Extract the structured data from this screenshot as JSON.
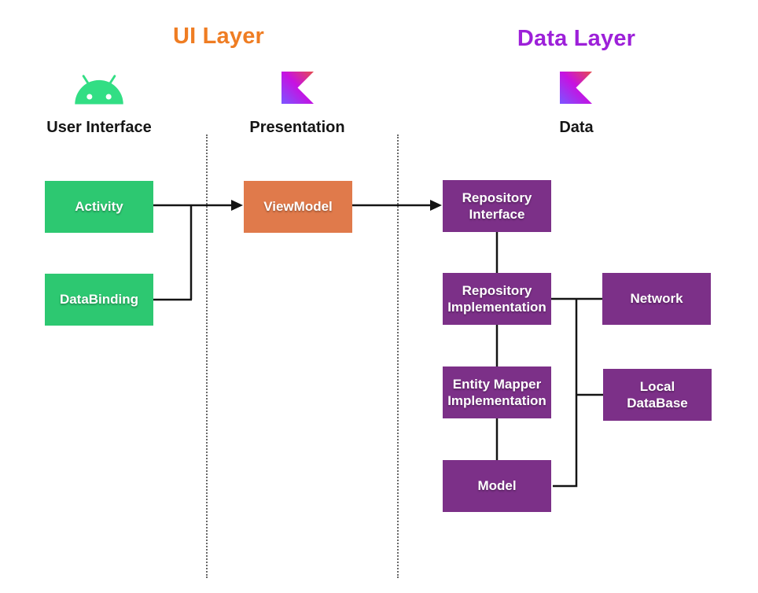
{
  "titles": {
    "ui_layer": "UI Layer",
    "data_layer": "Data Layer"
  },
  "columns": {
    "user_interface": {
      "label": "User Interface",
      "icon": "android-robot"
    },
    "presentation": {
      "label": "Presentation",
      "icon": "kotlin-logo"
    },
    "data": {
      "label": "Data",
      "icon": "kotlin-logo"
    }
  },
  "nodes": {
    "activity": {
      "label": "Activity",
      "color": "#2DC871"
    },
    "databinding": {
      "label": "DataBinding",
      "color": "#2DC871"
    },
    "viewmodel": {
      "label": "ViewModel",
      "color": "#E07A4B"
    },
    "repository_interface": {
      "label": [
        "Repository",
        "Interface"
      ],
      "color": "#7C3088"
    },
    "repository_implementation": {
      "label": [
        "Repository",
        "Implementation"
      ],
      "color": "#7C3088"
    },
    "network": {
      "label": "Network",
      "color": "#7C3088"
    },
    "entity_mapper_implementation": {
      "label": [
        "Entity Mapper",
        "Implementation"
      ],
      "color": "#7C3088"
    },
    "local_database": {
      "label": [
        "Local",
        "DataBase"
      ],
      "color": "#7C3088"
    },
    "model": {
      "label": "Model",
      "color": "#7C3088"
    }
  },
  "connections": [
    "Activity -> ViewModel (arrow)",
    "DataBinding -> Activity/ViewModel line",
    "ViewModel -> Repository Interface (arrow)",
    "Repository Interface - Repository Implementation",
    "Repository Implementation - Entity Mapper Implementation",
    "Entity Mapper Implementation - Model",
    "Repository Implementation - Network",
    "Repository Implementation branch - Local DataBase",
    "Repository Implementation branch - Model"
  ],
  "colors": {
    "ui-layer-title": "#EF7D23",
    "data-layer-title": "#9D20D9",
    "green": "#2DC871",
    "orange": "#E07A4B",
    "purple": "#7C3088",
    "android-green": "#32DE84",
    "connector": "#141414"
  }
}
